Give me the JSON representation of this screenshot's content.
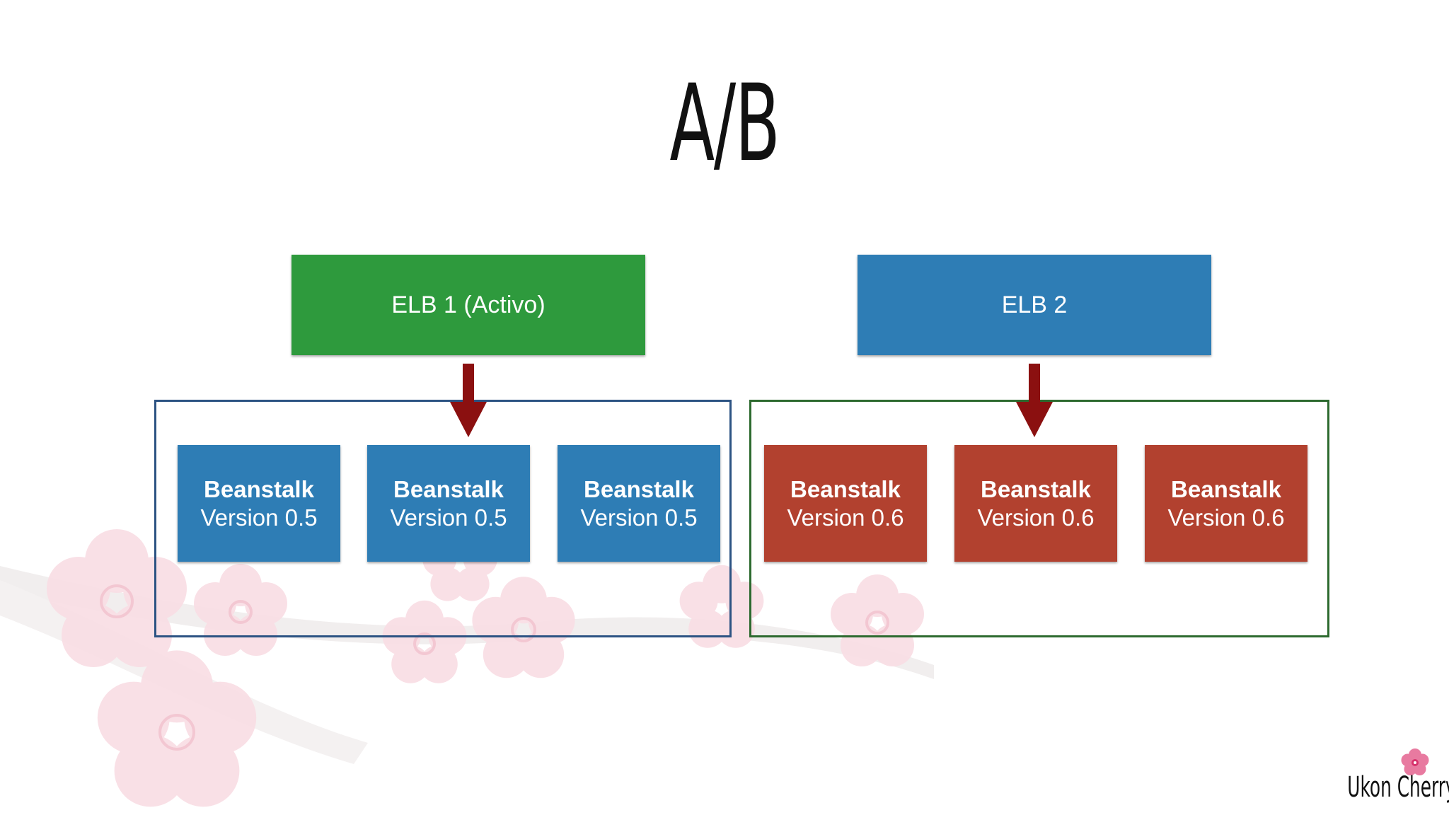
{
  "slide": {
    "title": "A/B"
  },
  "elbs": [
    {
      "label": "ELB 1 (Activo)",
      "color": "#2e9a3d"
    },
    {
      "label": "ELB 2",
      "color": "#2e7db5"
    }
  ],
  "groups": [
    {
      "border_color": "#2c5383",
      "items": [
        {
          "name": "Beanstalk",
          "version": "Version 0.5"
        },
        {
          "name": "Beanstalk",
          "version": "Version 0.5"
        },
        {
          "name": "Beanstalk",
          "version": "Version 0.5"
        }
      ]
    },
    {
      "border_color": "#2d6a2f",
      "items": [
        {
          "name": "Beanstalk",
          "version": "Version 0.6"
        },
        {
          "name": "Beanstalk",
          "version": "Version 0.6"
        },
        {
          "name": "Beanstalk",
          "version": "Version 0.6"
        }
      ]
    }
  ],
  "colors": {
    "arrow": "#8b1010",
    "beanstalk_v05": "#2e7db5",
    "beanstalk_v06": "#b2412f"
  },
  "brand": {
    "name": "Ukon Cherry",
    "icon": "cherry-blossom-icon"
  }
}
